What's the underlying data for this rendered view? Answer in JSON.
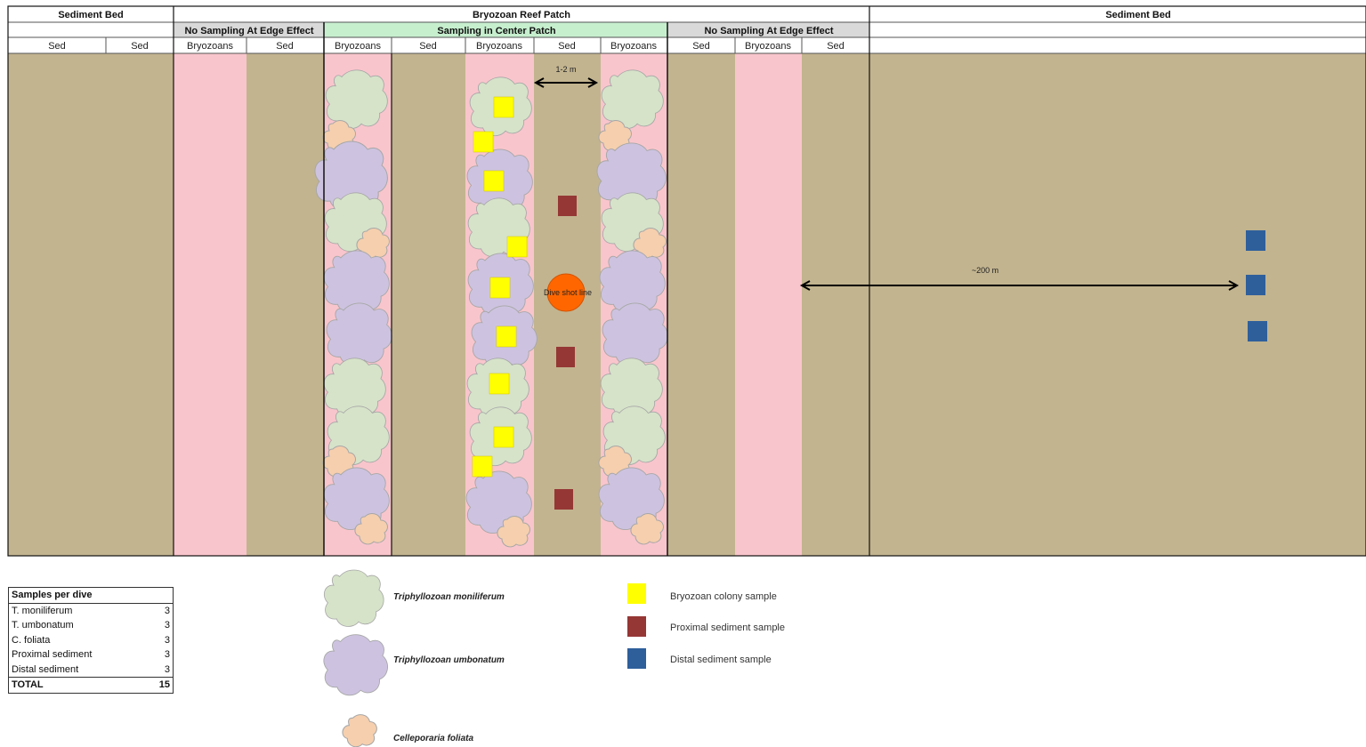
{
  "header": {
    "top": [
      "Sediment Bed",
      "Bryozoan Reef Patch",
      "Sediment Bed"
    ],
    "middle": [
      "No Sampling At Edge Effect",
      "Sampling in Center Patch",
      "No Sampling At Edge Effect"
    ],
    "lanes": [
      "Sed",
      "Sed",
      "Bryozoans",
      "Sed",
      "Bryozoans",
      "Sed",
      "Bryozoans",
      "Sed",
      "Bryozoans",
      "Sed",
      "Bryozoans",
      "Sed"
    ]
  },
  "annotations": {
    "spacing": "1-2 m",
    "distance": "~200 m",
    "shot_line": "Dive shot line"
  },
  "colors": {
    "sediment": "#c2b48f",
    "bryozoan_lane": "#f9c5cc",
    "center_header": "#c6efce",
    "edge_header": "#d9d9d9",
    "t_moniliferum": "#d6e3c9",
    "t_umbonatum": "#cdc3e0",
    "c_foliata": "#f6cfae",
    "colony_sample": "#ffff00",
    "proximal_sample": "#953735",
    "distal_sample": "#2e5f9b",
    "shot_line": "#ff6600"
  },
  "legend": {
    "species": [
      "Triphyllozoan moniliferum",
      "Triphyllozoan umbonatum",
      "Celleporaria foliata"
    ],
    "samples": [
      "Bryozoan colony sample",
      "Proximal sediment sample",
      "Distal sediment sample"
    ]
  },
  "samples_table": {
    "title": "Samples per dive",
    "rows": [
      {
        "label": "T. moniliferum",
        "value": "3"
      },
      {
        "label": "T. umbonatum",
        "value": "3"
      },
      {
        "label": "C. foliata",
        "value": "3"
      },
      {
        "label": "Proximal sediment",
        "value": "3"
      },
      {
        "label": "Distal sediment",
        "value": "3"
      }
    ],
    "total_label": "TOTAL",
    "total_value": "15"
  }
}
